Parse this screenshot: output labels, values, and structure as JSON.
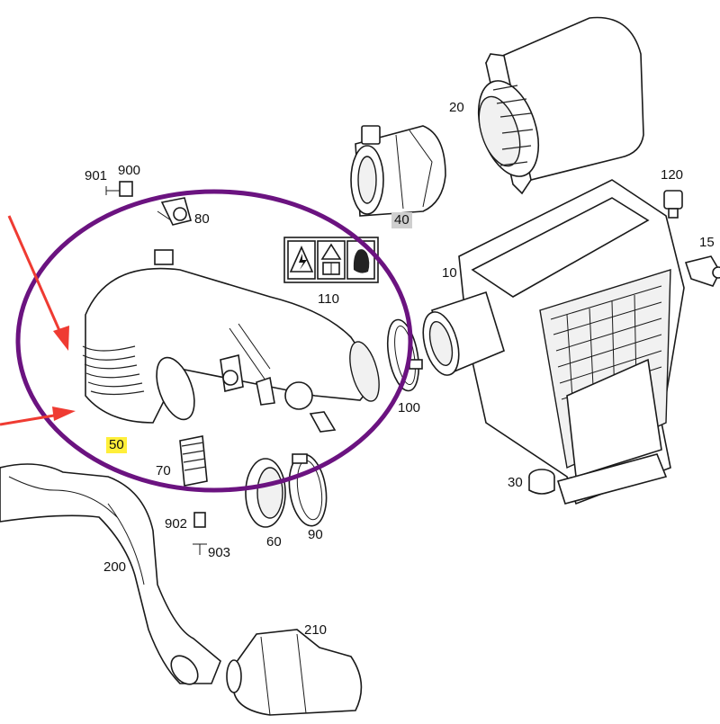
{
  "diagram": {
    "callouts": {
      "c20": "20",
      "c40": "40",
      "c901": "901",
      "c900": "900",
      "c80": "80",
      "c120": "120",
      "c15": "15",
      "c10": "10",
      "c110": "110",
      "c100": "100",
      "c50": "50",
      "c70": "70",
      "c30": "30",
      "c902": "902",
      "c903": "903",
      "c60": "60",
      "c90": "90",
      "c200": "200",
      "c210": "210"
    },
    "highlight_colors": {
      "label_50": "#ffef3a",
      "label_40": "#cfcfcf",
      "ellipse": "#6b1380",
      "arrows": "#ef3b32"
    },
    "warning_icons": [
      "electrical-hazard-icon",
      "read-manual-icon",
      "protective-gloves-icon"
    ]
  }
}
